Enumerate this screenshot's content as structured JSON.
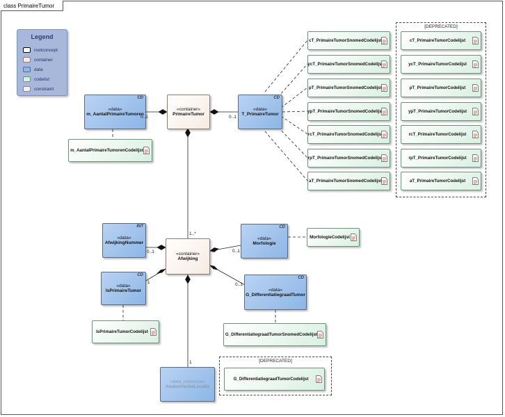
{
  "diagram": {
    "frame_label": "class PrimaireTumor"
  },
  "legend": {
    "title": "Legend",
    "items": [
      {
        "label": "rootconcept",
        "color": "#ffffff",
        "border": "#000000"
      },
      {
        "label": "container",
        "color": "#f6ebe2",
        "border": "#8a7a70"
      },
      {
        "label": "data",
        "color": "#8db6e6",
        "border": "#5a6a80"
      },
      {
        "label": "codelist",
        "color": "#d6f0de",
        "border": "#6f8f7d"
      },
      {
        "label": "constraint",
        "color": "#f6f0f4",
        "border": "#8a8090"
      }
    ]
  },
  "nodes": {
    "primaire_tumor": {
      "stereotype": "«container»",
      "name": "PrimaireTumor"
    },
    "aantal": {
      "stereotype": "«data»",
      "name": "m_AantalPrimaireTumoren",
      "tag": "CD"
    },
    "t_primaire": {
      "stereotype": "«data»",
      "name": "T_PrimaireTumor",
      "tag": "CD"
    },
    "afwijking": {
      "stereotype": "«container»",
      "name": "Afwijking"
    },
    "afwijking_nummer": {
      "stereotype": "«data»",
      "name": "AfwijkingNummer",
      "tag": "INT"
    },
    "morfologie": {
      "stereotype": "«data»",
      "name": "Morfologie",
      "tag": "CD"
    },
    "is_primaire": {
      "stereotype": "«data»",
      "name": "IsPrimaireTumor",
      "tag": "CD"
    },
    "g_diff": {
      "stereotype": "«data»",
      "name": "G_DifferentiatiegraadTumor",
      "tag": "CD"
    },
    "anatomische": {
      "stereotype": "«data_reference»",
      "name": "AnatomischeLocatie"
    }
  },
  "codelists": {
    "aantal_cl": "m_AantalPrimaireTumorenCodelijst",
    "snomed": [
      "cT_PrimaireTumorSnomedCodelijst",
      "ycT_PrimaireTumorSnomedCodelijst",
      "pT_PrimaireTumorSnomedCodelijst",
      "ypT_PrimaireTumorSnomedCodelijst",
      "rcT_PrimaireTumorSnomedCodelijst",
      "rpT_PrimaireTumorSnomedCodelijst",
      "aT_PrimaireTumorSnomedCodelijst"
    ],
    "deprecated": [
      "cT_PrimaireTumorCodelijst",
      "ycT_PrimaireTumorCodelijst",
      "pT_PrimaireTumorCodelijst",
      "ypT_PrimaireTumorCodelijst",
      "rcT_PrimaireTumorCodelijst",
      "rpT_PrimaireTumorCodelijst",
      "aT_PrimaireTumorCodelijst"
    ],
    "morfologie_cl": "MorfologieCodelijst",
    "is_primaire_cl": "IsPrimaireTumorCodelijst",
    "g_diff_snomed": "G_DifferentiatiegraadTumorSnomedCodelijst",
    "g_diff_deprecated": "G_DifferentiatiegraadTumorCodelijst"
  },
  "groups": {
    "deprecated_label": "[DEPRECATED]"
  },
  "multiplicities": {
    "aantal": "0..1",
    "t_primaire": "0..1",
    "afwijking": "1..*",
    "afwijking_nummer": "0..1",
    "morfologie": "0..1",
    "is_primaire": "1",
    "g_diff": "0..1",
    "anatomische": "1"
  }
}
